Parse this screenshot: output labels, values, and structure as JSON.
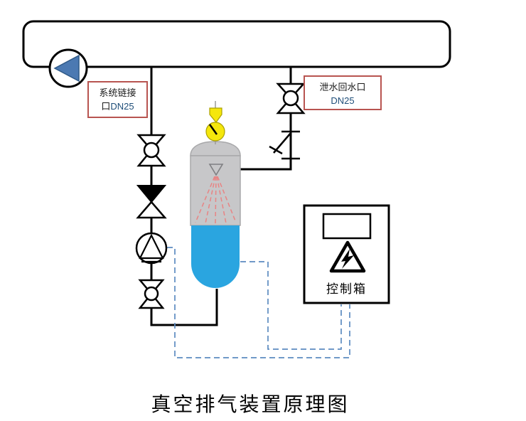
{
  "title": "真空排气装置原理图",
  "labels": {
    "system_connection": {
      "line1": "系统链接",
      "line2_char": "口",
      "line2_code": "DN25"
    },
    "drain_return": {
      "line1": "泄水回水口",
      "line2": "DN25"
    },
    "control_box": "控制箱"
  },
  "colors": {
    "water": "#2AA5E0",
    "tank_gray": "#C7C7C9",
    "tank_border": "#A8A8AA",
    "gauge_yellow": "#F5E70C",
    "pump_triangle_blue": "#4B79B2",
    "label_border_red": "#B85450",
    "control_wire_blue": "#5C8BC0",
    "spray_red": "#E88484",
    "line_black": "#000000"
  }
}
